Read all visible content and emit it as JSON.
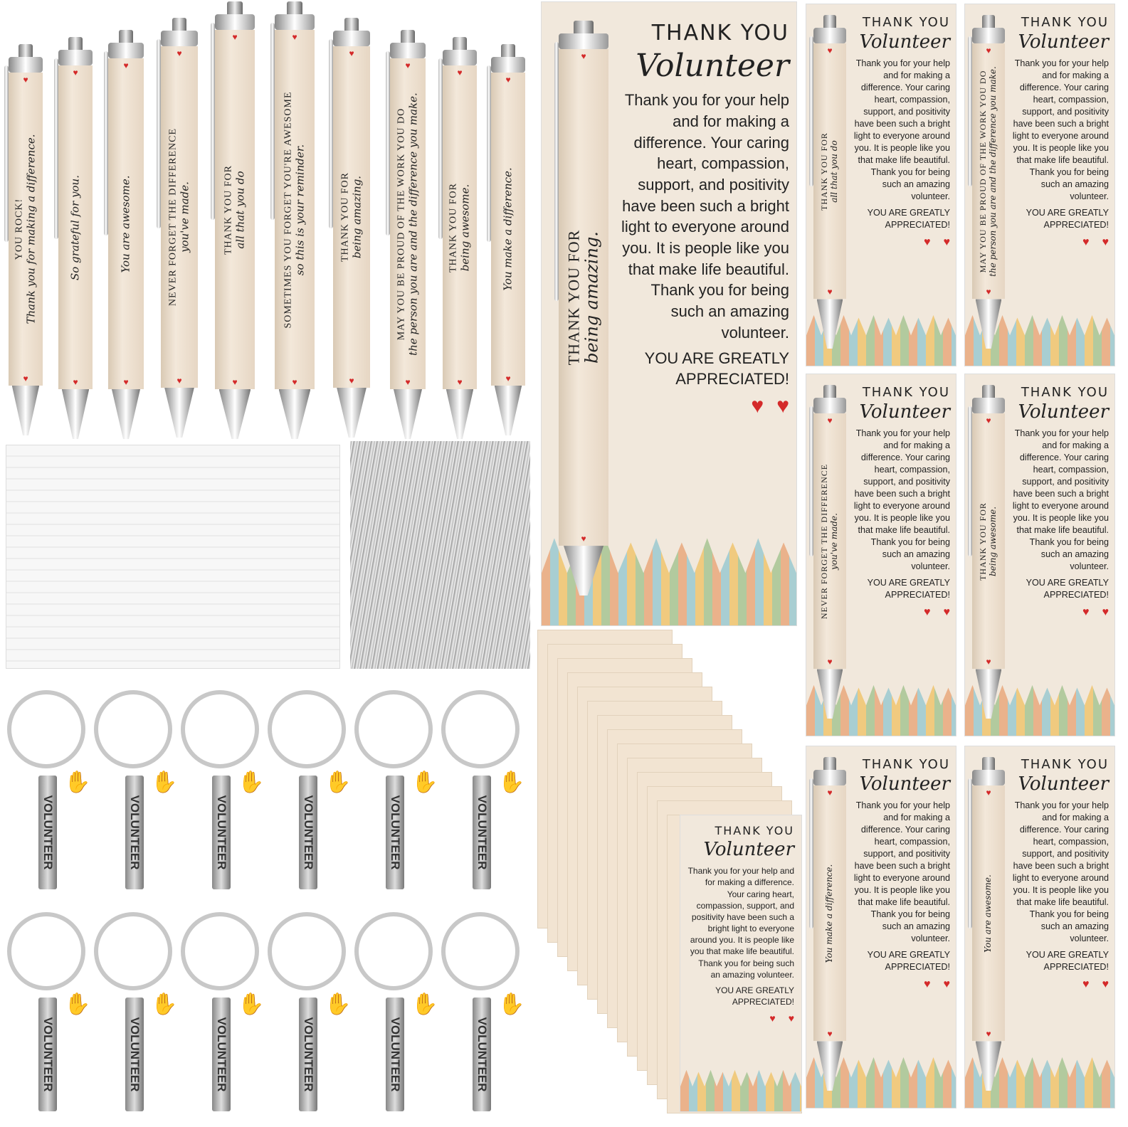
{
  "pens": [
    {
      "line1": "YOU ROCK!",
      "line2": "Thank you for making a difference."
    },
    {
      "line1": "",
      "line2": "So grateful for you."
    },
    {
      "line1": "",
      "line2": "You are awesome."
    },
    {
      "line1": "NEVER FORGET THE DIFFERENCE",
      "line2": "you've made."
    },
    {
      "line1": "THANK YOU FOR",
      "line2": "all that you do"
    },
    {
      "line1": "SOMETIMES YOU FORGET YOU'RE AWESOME",
      "line2": "so this is your reminder."
    },
    {
      "line1": "THANK YOU FOR",
      "line2": "being amazing."
    },
    {
      "line1": "MAY YOU BE PROUD OF THE WORK YOU DO",
      "line2": "the person you are and the difference you make."
    },
    {
      "line1": "THANK YOU FOR",
      "line2": "being awesome."
    },
    {
      "line1": "",
      "line2": "You make a difference."
    }
  ],
  "keychain_label": "VOLUNTEER",
  "card": {
    "title": "THANK YOU",
    "subtitle": "Volunteer",
    "message": "Thank you for your help and for making a difference. Your caring heart, compassion, support, and positivity have been such a bright light to everyone around you. It is people like you that make life beautiful. Thank you for being such an amazing volunteer.",
    "closing": "YOU ARE GREATLY APPRECIATED!"
  },
  "packaged_pens": [
    {
      "line1": "THANK YOU FOR",
      "line2": "being amazing."
    },
    {
      "line1": "THANK YOU FOR",
      "line2": "all that you do"
    },
    {
      "line1": "MAY YOU BE PROUD OF THE WORK YOU DO",
      "line2": "the person you are and the difference you make."
    },
    {
      "line1": "NEVER FORGET THE DIFFERENCE",
      "line2": "you've made."
    },
    {
      "line1": "THANK YOU FOR",
      "line2": "being awesome."
    },
    {
      "line1": "",
      "line2": "You make a difference."
    },
    {
      "line1": "",
      "line2": "You are awesome."
    }
  ],
  "colors": {
    "heart": "#d42a2a",
    "cream": "#f1e8dc"
  }
}
